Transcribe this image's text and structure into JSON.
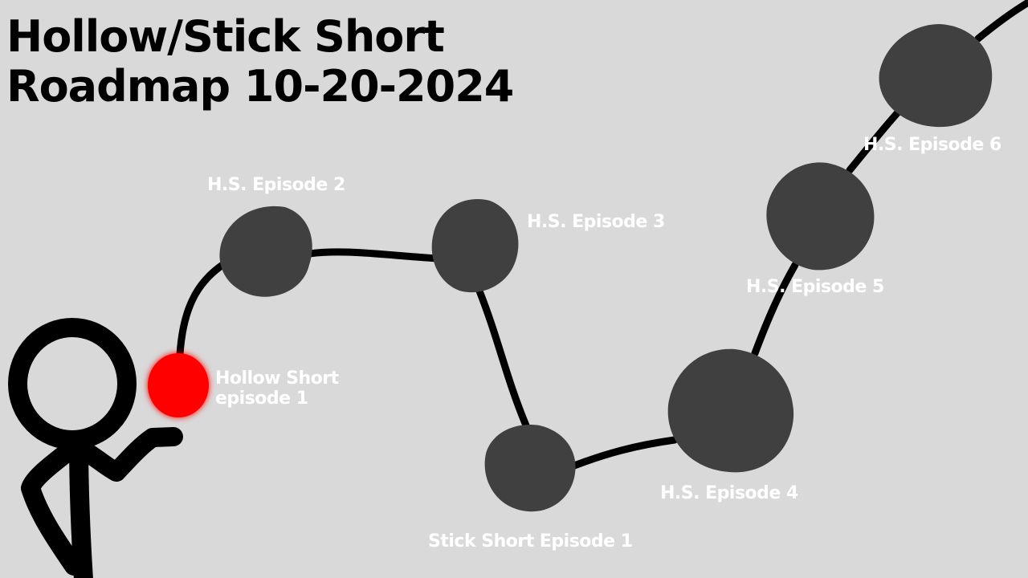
{
  "title": {
    "line1": "Hollow/Stick Short",
    "line2": "Roadmap 10-20-2024"
  },
  "colors": {
    "background": "#d9d9d9",
    "node": "#404040",
    "current": "#ff0000",
    "path": "#000000",
    "label": "#ffffff"
  },
  "nodes": [
    {
      "id": "hs-ep1",
      "label_line1": "Hollow Short",
      "label_line2": "episode 1",
      "status": "current"
    },
    {
      "id": "hs-ep2",
      "label": "H.S. Episode 2",
      "status": "upcoming"
    },
    {
      "id": "hs-ep3",
      "label": "H.S. Episode 3",
      "status": "upcoming"
    },
    {
      "id": "ss-ep1",
      "label": "Stick Short Episode 1",
      "status": "upcoming"
    },
    {
      "id": "hs-ep4",
      "label": "H.S. Episode 4",
      "status": "upcoming"
    },
    {
      "id": "hs-ep5",
      "label": "H.S. Episode 5",
      "status": "upcoming"
    },
    {
      "id": "hs-ep6",
      "label": "H.S. Episode 6",
      "status": "upcoming"
    }
  ]
}
